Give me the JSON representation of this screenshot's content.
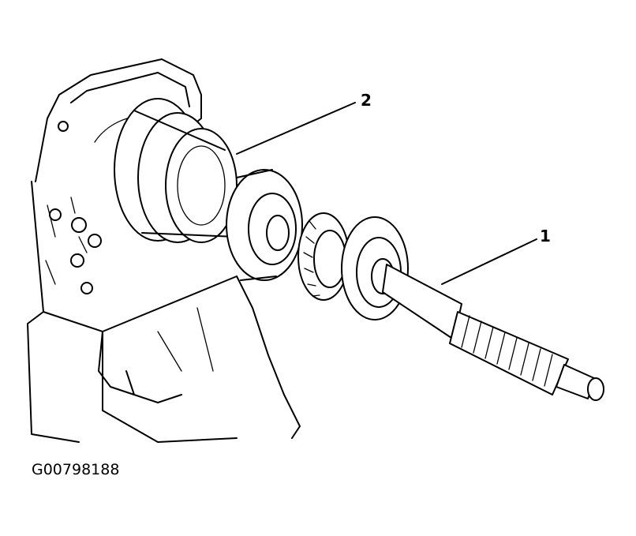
{
  "callouts": [
    {
      "id": "callout-1",
      "label": "1"
    },
    {
      "id": "callout-2",
      "label": "2"
    }
  ],
  "figure_id": "G00798188"
}
